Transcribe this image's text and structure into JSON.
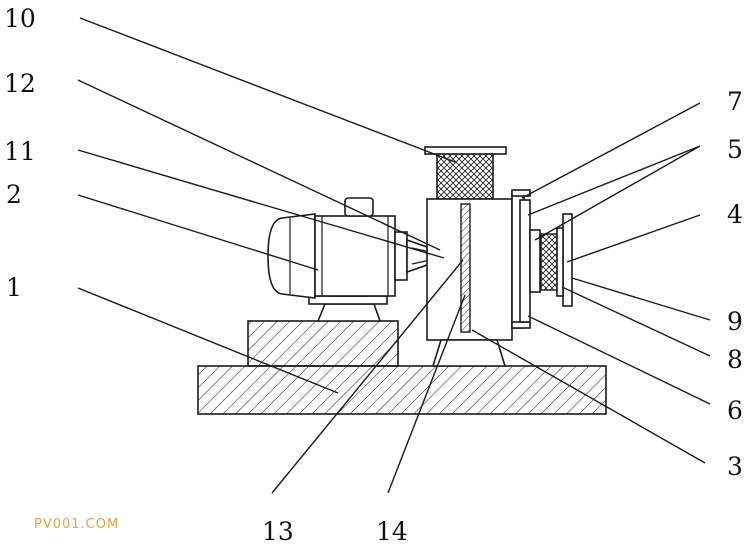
{
  "diagram": {
    "labels": {
      "l1": "1",
      "l2": "2",
      "l3": "3",
      "l4": "4",
      "l5": "5",
      "l6": "6",
      "l7": "7",
      "l8": "8",
      "l9": "9",
      "l10": "10",
      "l11": "11",
      "l12": "12",
      "l13": "13",
      "l14": "14"
    },
    "watermark": "PV001.COM",
    "colors": {
      "line": "#1a1a1a",
      "watermark": "#f0a040",
      "background": "#ffffff"
    }
  }
}
